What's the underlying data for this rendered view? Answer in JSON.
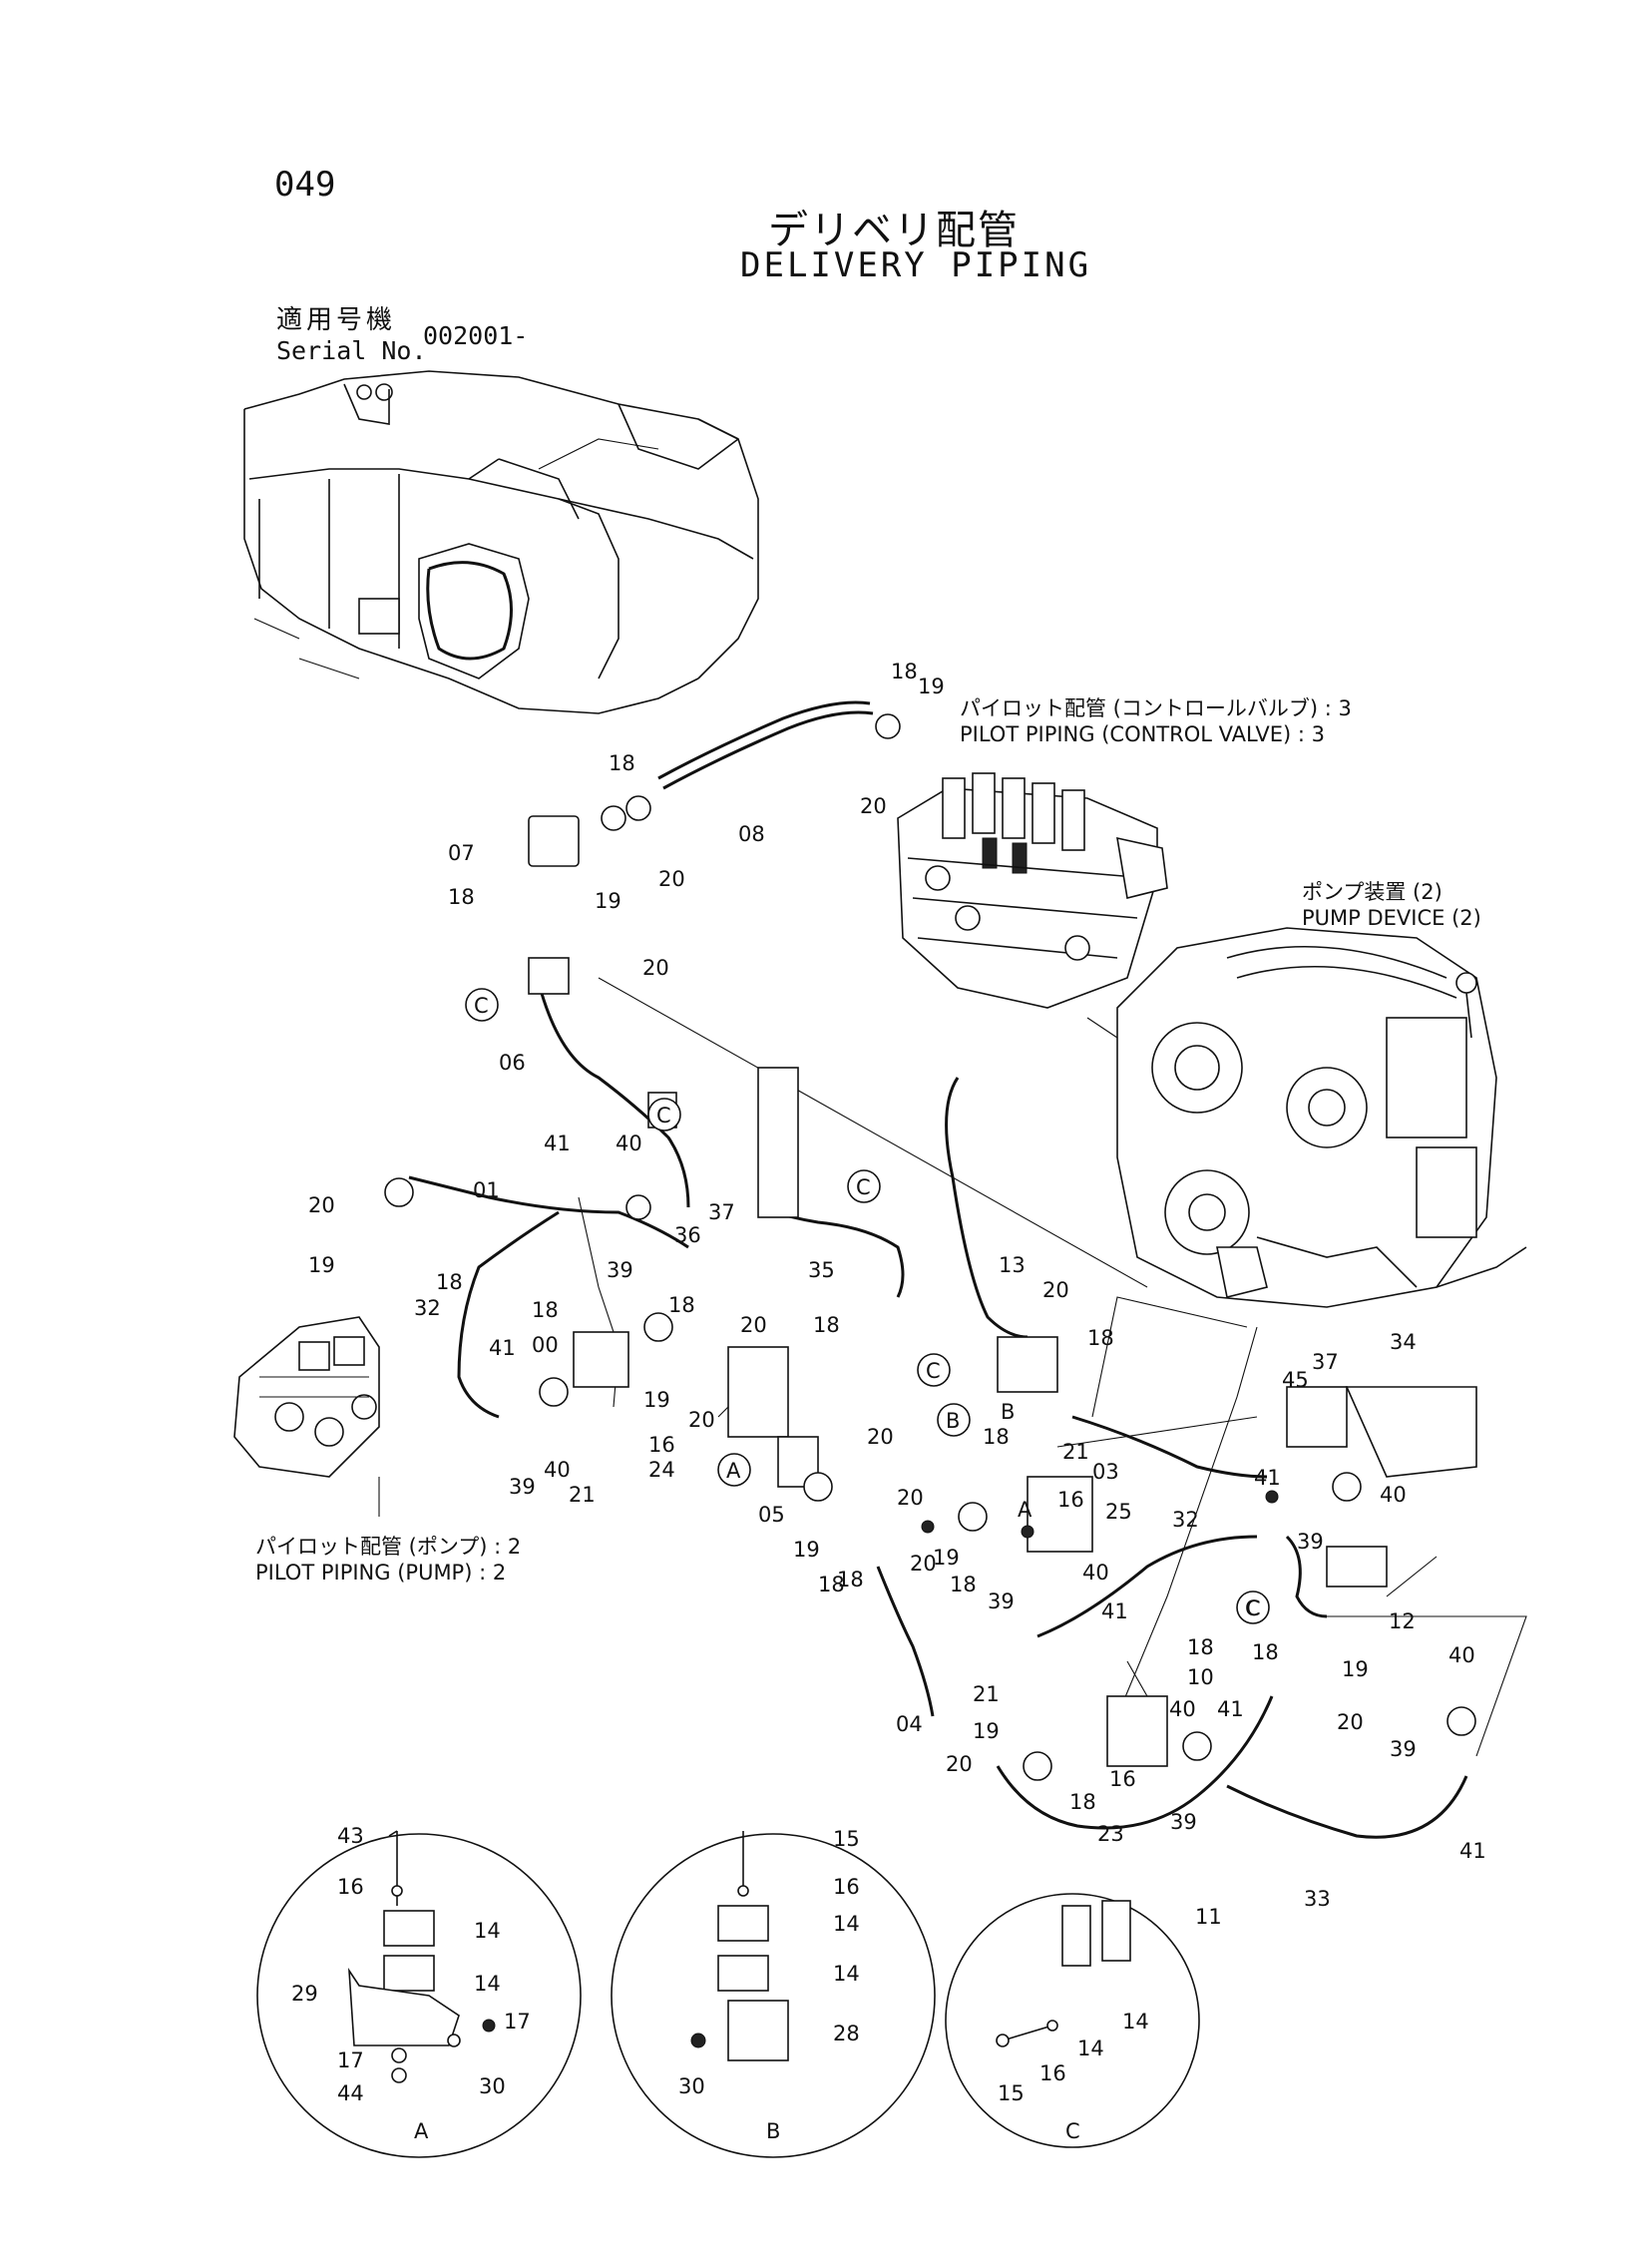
{
  "header": {
    "page_number": "049",
    "title_jp": "デリベリ配管",
    "title_en": "DELIVERY PIPING",
    "serial_label_jp": "適用号機",
    "serial_label_en": "Serial No.",
    "serial_value": "002001-"
  },
  "callouts": {
    "pilot_cv_jp": "パイロット配管 (コントロールバルブ) : 3",
    "pilot_cv_en": "PILOT PIPING (CONTROL VALVE) : 3",
    "pump_jp": "ポンプ装置 (2)",
    "pump_en": "PUMP DEVICE (2)",
    "pilot_pump_jp": "パイロット配管 (ポンプ) : 2",
    "pilot_pump_en": "PILOT PIPING (PUMP) : 2"
  },
  "detail_views": [
    {
      "id": "A",
      "parts": [
        "43",
        "16",
        "14",
        "14",
        "29",
        "17",
        "17",
        "44",
        "30"
      ]
    },
    {
      "id": "B",
      "parts": [
        "15",
        "16",
        "14",
        "14",
        "28",
        "30"
      ]
    },
    {
      "id": "C",
      "parts": [
        "15",
        "16",
        "14",
        "14"
      ]
    }
  ],
  "section_markers": [
    "C",
    "C",
    "C",
    "C",
    "C",
    "B",
    "A"
  ],
  "part_labels": [
    "18",
    "19",
    "20",
    "18",
    "19",
    "20",
    "07",
    "18",
    "08",
    "20",
    "06",
    "41",
    "40",
    "20",
    "01",
    "19",
    "18",
    "39",
    "32",
    "36",
    "37",
    "35",
    "18",
    "00",
    "18",
    "19",
    "20",
    "20",
    "18",
    "41",
    "39",
    "40",
    "21",
    "16",
    "24",
    "A",
    "05",
    "20",
    "20",
    "19",
    "18",
    "04",
    "18",
    "13",
    "20",
    "18",
    "B",
    "18",
    "21",
    "03",
    "16",
    "25",
    "40",
    "39",
    "41",
    "19",
    "20",
    "18",
    "32",
    "45",
    "37",
    "34",
    "41",
    "40",
    "39",
    "C",
    "12",
    "18",
    "10",
    "21",
    "19",
    "20",
    "18",
    "40",
    "16",
    "23",
    "39",
    "41",
    "18",
    "19",
    "20",
    "11",
    "33",
    "40",
    "39",
    "41"
  ]
}
